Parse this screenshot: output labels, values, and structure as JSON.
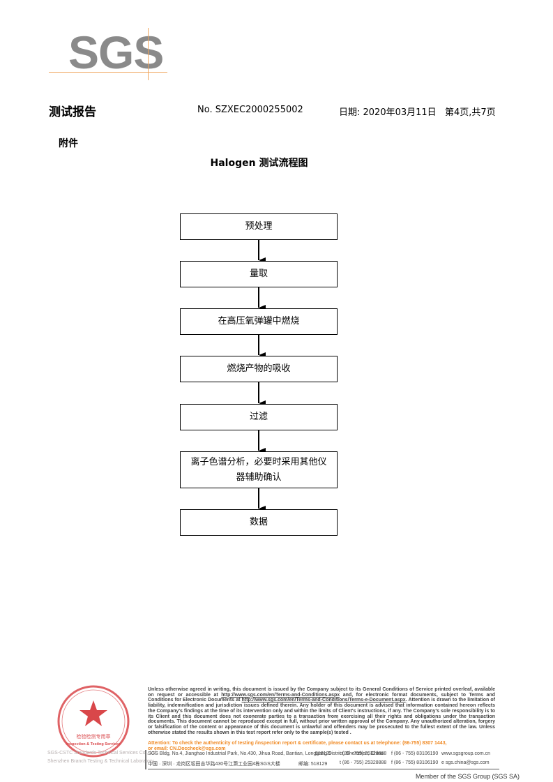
{
  "logo": {
    "text": "SGS"
  },
  "header": {
    "title": "测试报告",
    "report_no": "No. SZXEC2000255002",
    "date": "日期: 2020年03月11日",
    "page": "第4页,共7页"
  },
  "annex_label": "附件",
  "flowchart": {
    "title": "Halogen 测试流程图",
    "steps": [
      "预处理",
      "量取",
      "在高压氧弹罐中燃烧",
      "燃烧产物的吸收",
      "过滤",
      "离子色谱分析，必要时采用其他仪器辅助确认",
      "数据"
    ]
  },
  "stamp": {
    "line1": "SGS-CSTC Standards Technical Services Co., Ltd.",
    "line2": "Shenzhen Branch  Testing & Technical Laboratory",
    "inner_cn": "检验检测专用章",
    "inner_en": "Inspection & Testing Services",
    "color": "#d9474a"
  },
  "footer": {
    "disclaimer_1": "Unless otherwise agreed in writing, this document is issued by the Company subject to its General Conditions of Service printed overleaf, available on request or accessible at ",
    "link_1": "http://www.sgs.com/en/Terms-and-Conditions.aspx",
    "disclaimer_2": " and, for electronic format documents, subject to Terms and Conditions for Electronic Documents at ",
    "link_2": "http://www.sgs.com/en/Terms-and-Conditions/Terms-e-Document.aspx",
    "disclaimer_3": ". Attention is drawn to the limitation of liability, indemnification and jurisdiction issues defined therein. Any holder of this document is advised that information contained hereon reflects the Company's findings at the time of its intervention only and within the limits of Client's instructions, if any. The Company's sole responsibility is to its Client and this document does not exonerate parties to a transaction from exercising all their rights and obligations under the transaction documents. This document cannot be reproduced except in full, without prior written approval of the Company. Any unauthorized alteration, forgery or falsification of the content or appearance of this document is unlawful and offenders may be prosecuted to the fullest extent of the law. Unless otherwise stated the results shown in this test report refer only to the sample(s) tested .",
    "attention_1": "Attention: To check the authenticity of testing /inspection report & certificate, please contact us at telephone: (86-755) 8307 1443,",
    "attention_2": "or email: CN.Doccheck@sgs.com",
    "addr_en": "SGS Bldg, No.4, Jianghao Industrial Park, No.430, Jihua Road, Bantian, Longgang District, Shenzhen, China",
    "zip_en": "518129",
    "tel_en": "t (86 - 755) 25328888",
    "fax_en": "f (86 - 755) 83106190",
    "web_en": "www.sgsgroup.com.cn",
    "addr_cn": "中国 · 深圳 · 龙岗区坂田吉华路430号江灏工业园4栋SGS大楼",
    "zip_cn": "邮编: 518129",
    "tel_cn": "t (86 - 755) 25328888",
    "fax_cn": "f (86 - 755) 83106190",
    "email_cn": "e  sgs.china@sgs.com",
    "member": "Member of the SGS Group (SGS SA)",
    "attention_color": "#f08a24"
  }
}
